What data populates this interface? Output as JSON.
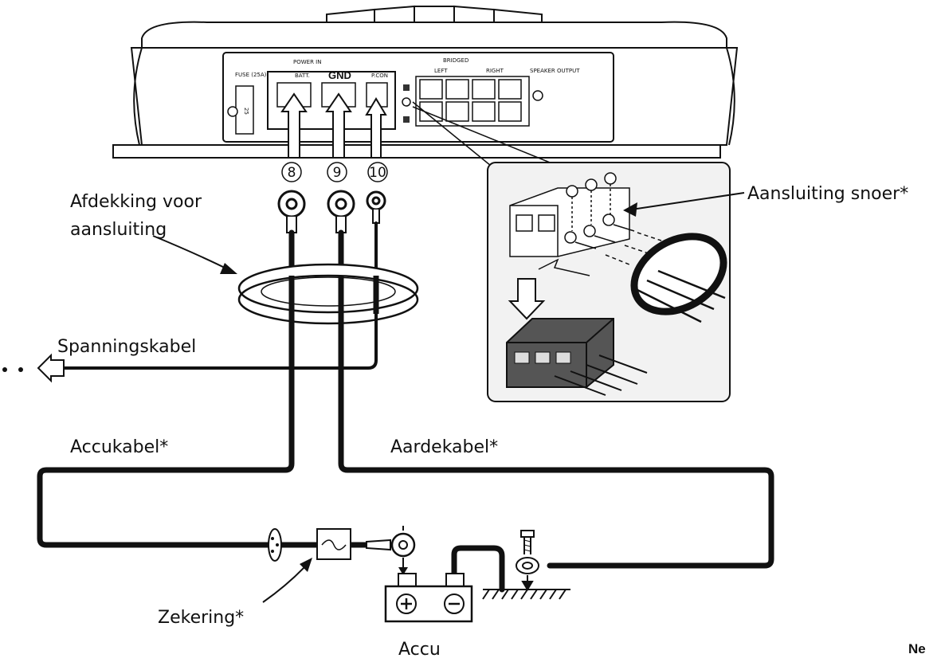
{
  "amplifier": {
    "fuse_label": "FUSE (25A)",
    "fuse_value": "25",
    "power_in_label": "POWER IN",
    "batt_label": "BATT.",
    "gnd_label": "GND",
    "pcon_label": "P.CON",
    "bridged_label": "BRIDGED",
    "left_label": "LEFT",
    "right_label": "RIGHT",
    "speaker_output_label": "SPEAKER OUTPUT"
  },
  "terminals": {
    "t8": "8",
    "t9": "9",
    "t10": "10"
  },
  "labels": {
    "cover_line1": "Afdekking voor",
    "cover_line2": "aansluiting",
    "speaker_cord": "Aansluiting snoer*",
    "power_cable": "Spanningskabel",
    "battery_cable": "Accukabel*",
    "ground_cable": "Aardekabel*",
    "fuse": "Zekering*",
    "battery": "Accu",
    "language_tab": "Ne"
  },
  "colors": {
    "line": "#111111",
    "panel_fill": "#f2f2f2",
    "amp_fill": "#ffffff",
    "terminal_block_fill": "#555555"
  }
}
